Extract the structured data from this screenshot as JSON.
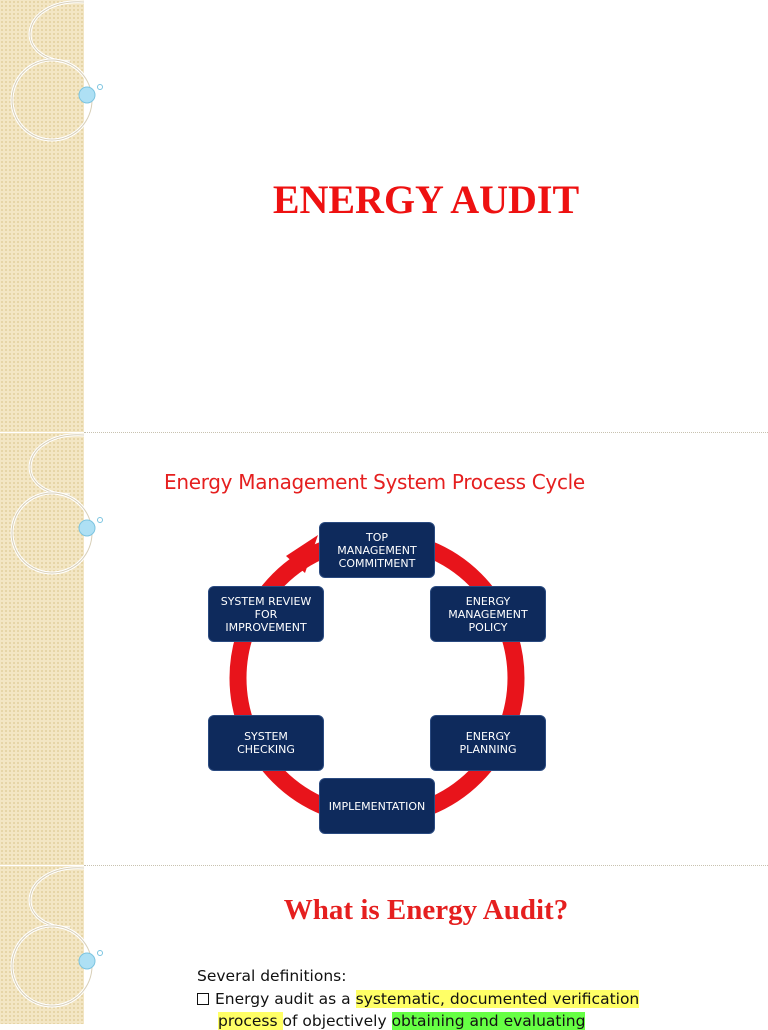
{
  "slide1": {
    "title": "ENERGY AUDIT"
  },
  "slide2": {
    "title": "Energy Management System Process Cycle",
    "cycle": [
      "TOP\nMANAGEMENT\nCOMMITMENT",
      "ENERGY\nMANAGEMENT\nPOLICY",
      "ENERGY\nPLANNING",
      "IMPLEMENTATION",
      "SYSTEM\nCHECKING",
      "SYSTEM REVIEW\nFOR\nIMPROVEMENT"
    ]
  },
  "slide3": {
    "title": "What is Energy Audit?",
    "intro": "Several definitions:",
    "bullet1": {
      "prefix": "Energy audit as a ",
      "highlight": "systematic, documented verification",
      "line2_highlight": "process ",
      "line2_text": "of objectively ",
      "line2_green": "obtaining and evaluating"
    }
  },
  "colors": {
    "title_red": "#ee1111",
    "box_navy": "#0e2a5c",
    "arrow_red": "#e8141b",
    "strip_beige": "#f3e6c4",
    "highlight_yellow": "#ffff66",
    "highlight_green": "#66ff44"
  }
}
